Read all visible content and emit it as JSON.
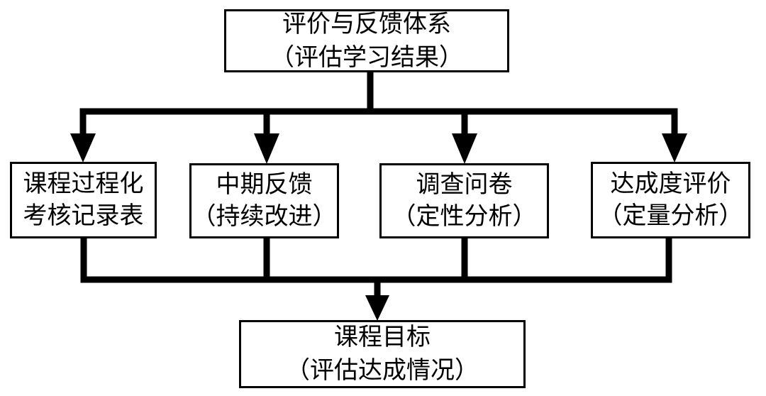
{
  "diagram": {
    "top_box": {
      "title": "评价与反馈体系",
      "subtitle": "（评估学习结果）"
    },
    "middle_boxes": [
      {
        "line1": "课程过程化",
        "line2": "考核记录表"
      },
      {
        "line1": "中期反馈",
        "line2": "（持续改进）"
      },
      {
        "line1": "调查问卷",
        "line2": "（定性分析）"
      },
      {
        "line1": "达成度评价",
        "line2": "（定量分析）"
      }
    ],
    "bottom_box": {
      "title": "课程目标",
      "subtitle": "（评估达成情况）"
    }
  }
}
